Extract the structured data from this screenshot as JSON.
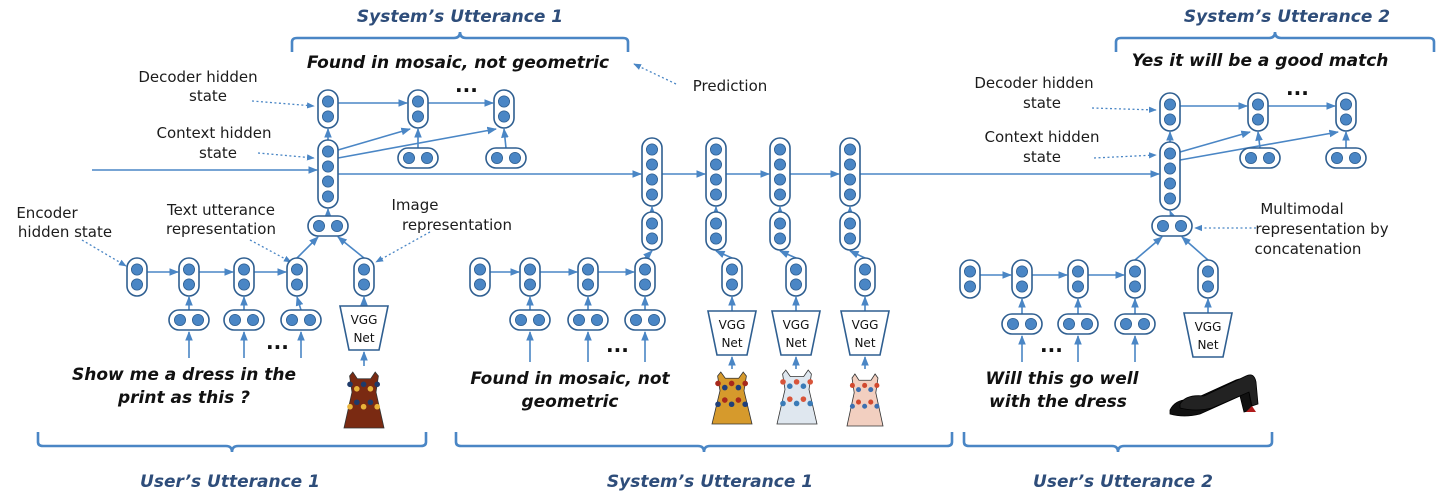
{
  "colors": {
    "accent": "#4a86c5",
    "node_fill": "#4a86c5",
    "outline": "#2f5f91",
    "header_text": "#2e4d7a"
  },
  "headers": {
    "top_left": "System’s Utterance 1",
    "top_right": "System’s Utterance 2",
    "bottom_left": "User’s Utterance 1",
    "bottom_mid": "System’s Utterance 1",
    "bottom_right": "User’s Utterance 2"
  },
  "predictions": {
    "left": "Found in mosaic, not geometric",
    "right": "Yes it will be a good match"
  },
  "utterances": {
    "user1_line1": "Show me a dress in the",
    "user1_line2": "print as this ?",
    "sys1_line1": "Found in mosaic, not",
    "sys1_line2": "geometric",
    "user2_line1": "Will this go well",
    "user2_line2": "with the dress"
  },
  "labels": {
    "decoder_line1": "Decoder hidden",
    "decoder_line2": "state",
    "context_line1": "Context hidden",
    "context_line2": "state",
    "encoder_line1": "Encoder",
    "encoder_line2": "hidden state",
    "text_rep_line1": "Text utterance",
    "text_rep_line2": "representation",
    "image_rep_line1": "Image",
    "image_rep_line2": "representation",
    "prediction": "Prediction",
    "multimodal_line1": "Multimodal",
    "multimodal_line2": "representation by",
    "multimodal_line3": "concatenation"
  },
  "vgg": {
    "line1": "VGG",
    "line2": "Net"
  },
  "ellipsis": "..."
}
